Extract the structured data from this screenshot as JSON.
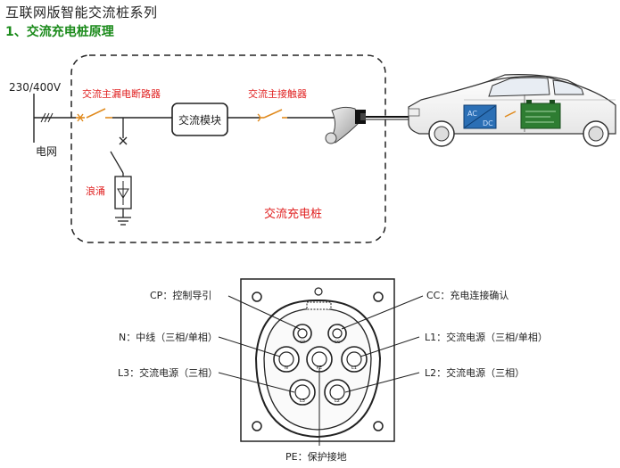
{
  "header": {
    "title": "互联网版智能交流桩系列",
    "subtitle": "1、交流充电桩原理"
  },
  "schematic": {
    "voltage": "230/400V",
    "grid": "电网",
    "main_breaker": "交流主漏电断路器",
    "ac_module": "交流模块",
    "main_contactor": "交流主接触器",
    "surge": "浪涌",
    "boundary_label": "交流充电桩",
    "converter_top": "AC",
    "converter_bottom": "DC"
  },
  "connector": {
    "labels": {
      "cp": "CP：控制导引",
      "cc": "CC：充电连接确认",
      "n": "N：中线（三相/单相）",
      "l1": "L1：交流电源（三相/单相）",
      "l3": "L3：交流电源（三相）",
      "l2": "L2：交流电源（三相）",
      "pe": "PE：保护接地"
    },
    "pins": {
      "cp": "CP",
      "cc": "CC",
      "n": "N",
      "pe": "PE",
      "l1": "L1",
      "l3": "L3",
      "l2": "L2"
    }
  },
  "colors": {
    "label_red": "#e02020",
    "subtitle_green": "#1a8a1a",
    "battery_green": "#2e7d32"
  }
}
